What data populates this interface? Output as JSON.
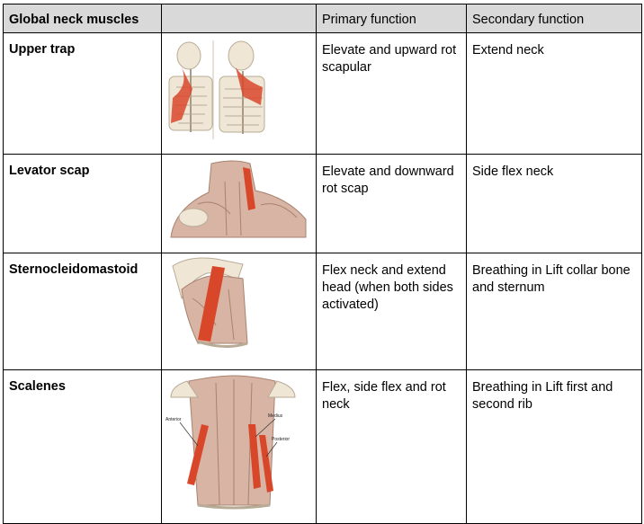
{
  "table": {
    "headers": [
      "Global neck muscles",
      "",
      "Primary function",
      "Secondary function"
    ],
    "rows": [
      {
        "muscle": "Upper trap",
        "image": "upper-trapezius-illustration",
        "primary": "Elevate and upward rot scapular",
        "secondary": "Extend neck"
      },
      {
        "muscle": "Levator scap",
        "image": "levator-scapulae-illustration",
        "primary": "Elevate and downward rot scap",
        "secondary": "Side flex neck"
      },
      {
        "muscle": "Sternocleidomastoid",
        "image": "sternocleidomastoid-illustration",
        "primary": "Flex neck and extend head (when both sides activated)",
        "secondary": "Breathing in Lift collar bone and sternum"
      },
      {
        "muscle": "Scalenes",
        "image": "scalenes-illustration",
        "primary": "Flex, side flex and rot neck",
        "secondary": "Breathing in Lift first and second rib",
        "labels": [
          "Anterior",
          "Medius",
          "Posterior"
        ]
      }
    ]
  },
  "colors": {
    "header_bg": "#d9d9d9",
    "border": "#000000",
    "muscle_red": "#d9472b",
    "tissue": "#d8b4a4",
    "bone": "#efe6d6"
  }
}
